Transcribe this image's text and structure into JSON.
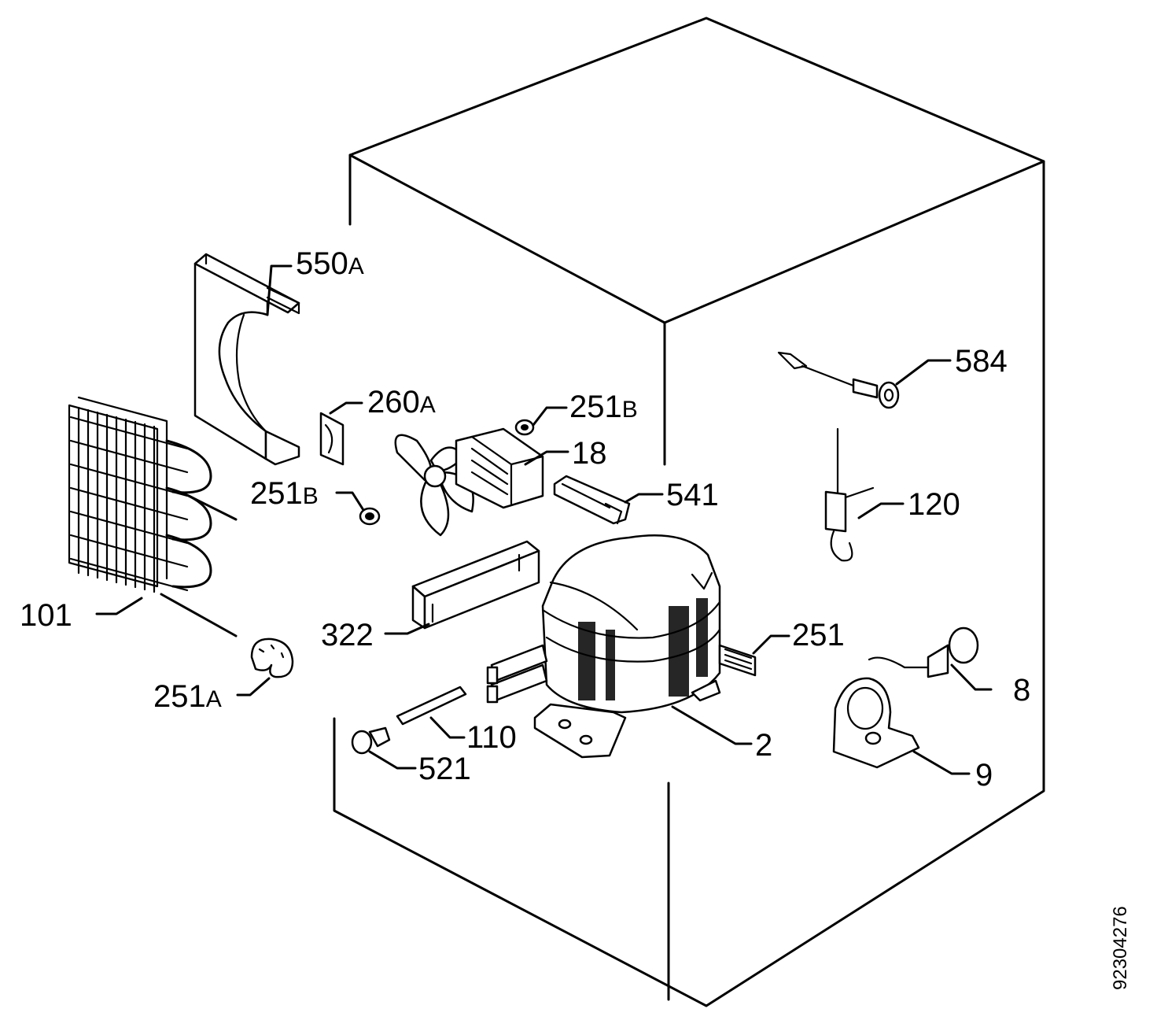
{
  "diagram": {
    "document_number": "92304276",
    "labels": [
      {
        "id": "550A",
        "number": "550",
        "suffix": "A"
      },
      {
        "id": "260A",
        "number": "260",
        "suffix": "A"
      },
      {
        "id": "251B-right",
        "number": "251",
        "suffix": "B"
      },
      {
        "id": "251B-left",
        "number": "251",
        "suffix": "B"
      },
      {
        "id": "18",
        "number": "18",
        "suffix": ""
      },
      {
        "id": "541",
        "number": "541",
        "suffix": ""
      },
      {
        "id": "584",
        "number": "584",
        "suffix": ""
      },
      {
        "id": "120",
        "number": "120",
        "suffix": ""
      },
      {
        "id": "101",
        "number": "101",
        "suffix": ""
      },
      {
        "id": "322",
        "number": "322",
        "suffix": ""
      },
      {
        "id": "251",
        "number": "251",
        "suffix": ""
      },
      {
        "id": "251A",
        "number": "251",
        "suffix": "A"
      },
      {
        "id": "8",
        "number": "8",
        "suffix": ""
      },
      {
        "id": "110",
        "number": "110",
        "suffix": ""
      },
      {
        "id": "2",
        "number": "2",
        "suffix": ""
      },
      {
        "id": "521",
        "number": "521",
        "suffix": ""
      },
      {
        "id": "9",
        "number": "9",
        "suffix": ""
      }
    ]
  }
}
